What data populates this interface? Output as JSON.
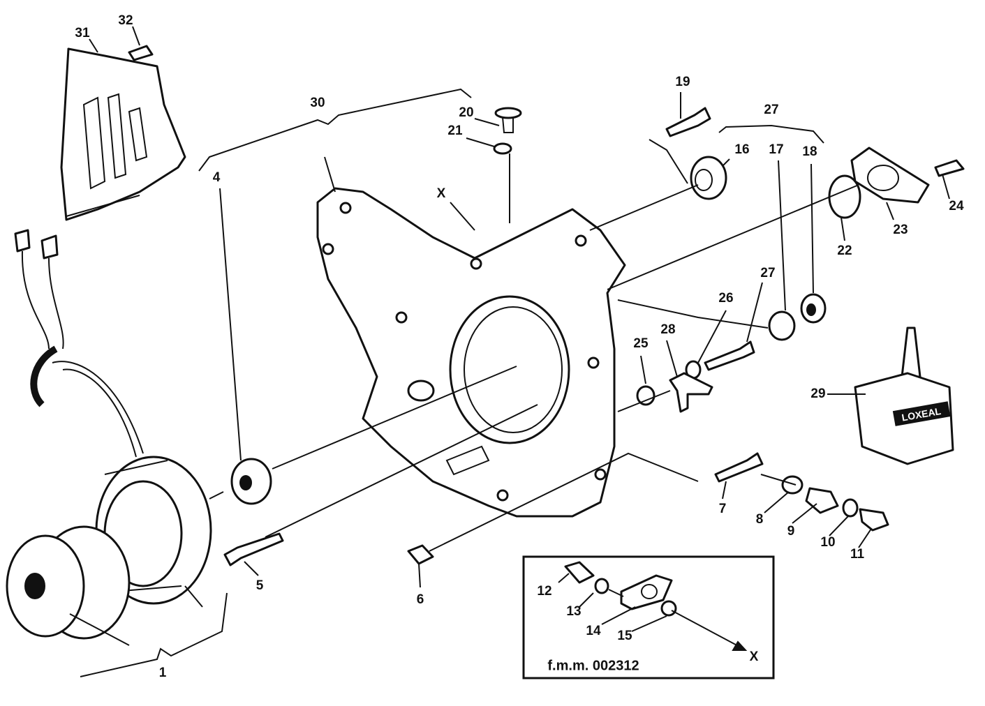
{
  "diagram": {
    "callouts": [
      "1",
      "4",
      "5",
      "6",
      "7",
      "8",
      "9",
      "10",
      "11",
      "16",
      "17",
      "18",
      "19",
      "20",
      "21",
      "22",
      "23",
      "24",
      "25",
      "26",
      "27",
      "27",
      "28",
      "29",
      "30",
      "31",
      "32"
    ],
    "view_marker": "X",
    "sealant_label": "LOXEAL",
    "inset": {
      "callouts": [
        "12",
        "13",
        "14",
        "15"
      ],
      "view_marker": "X",
      "reference": "f.m.m. 002312"
    }
  }
}
